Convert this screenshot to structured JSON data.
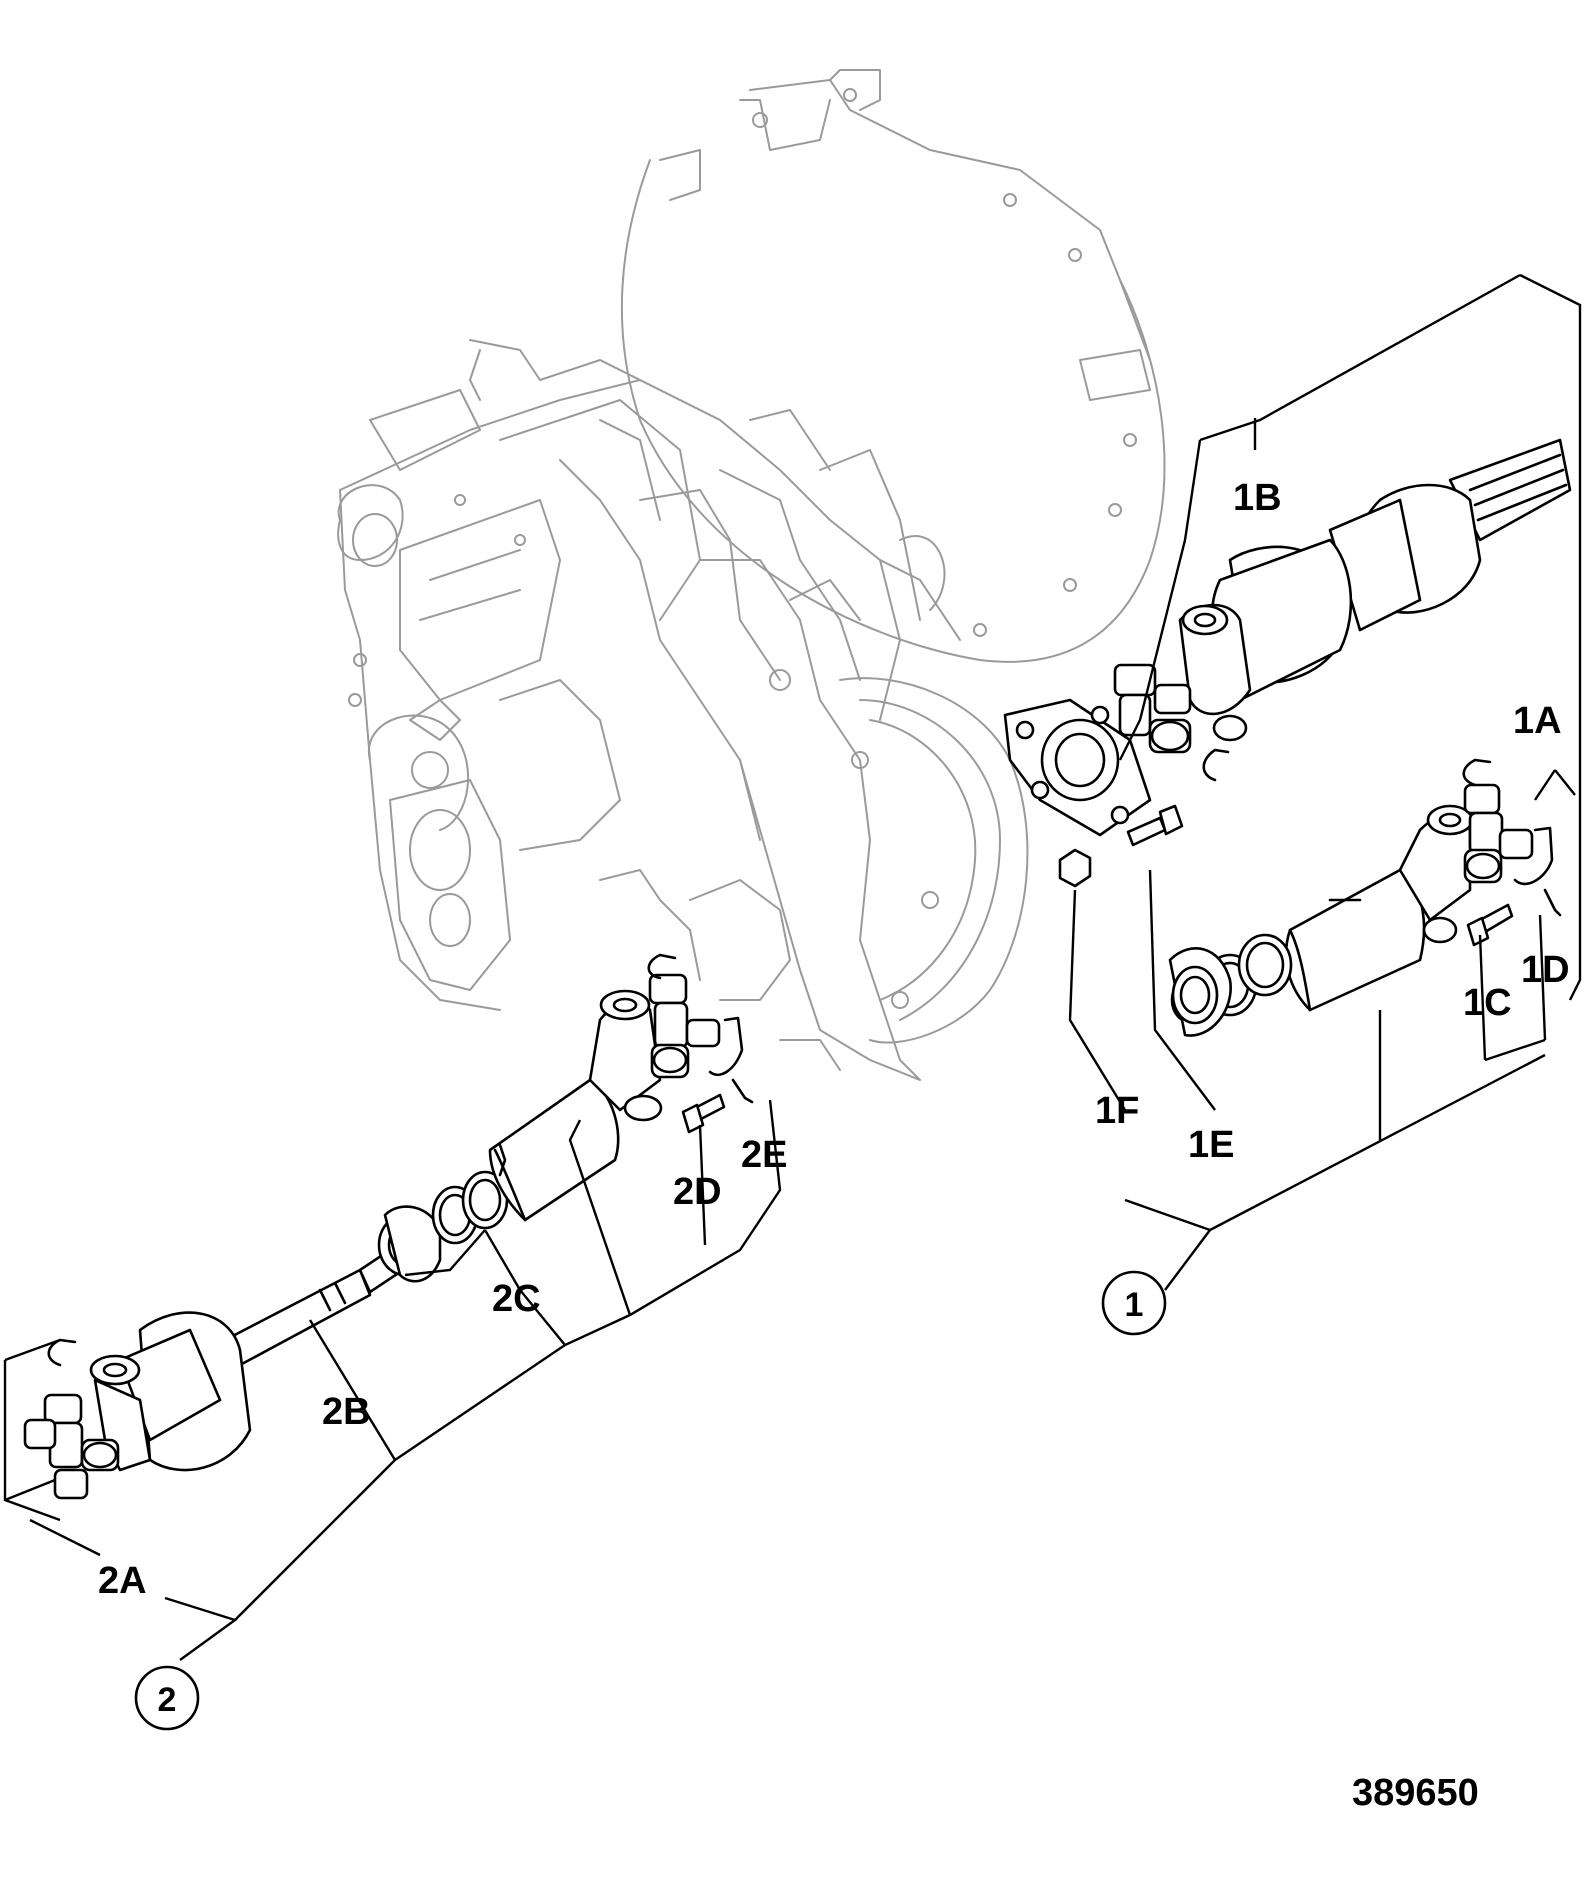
{
  "callouts": {
    "c1A": "1A",
    "c1B": "1B",
    "c1C": "1C",
    "c1D": "1D",
    "c1E": "1E",
    "c1F": "1F",
    "c2A": "2A",
    "c2B": "2B",
    "c2C": "2C",
    "c2D": "2D",
    "c2E": "2E"
  },
  "assemblies": {
    "a1": "1",
    "a2": "2"
  },
  "drawing_number": "389650",
  "colors": {
    "ghost_outline": "#9a9a9a",
    "part_outline": "#000000",
    "background": "#ffffff"
  }
}
